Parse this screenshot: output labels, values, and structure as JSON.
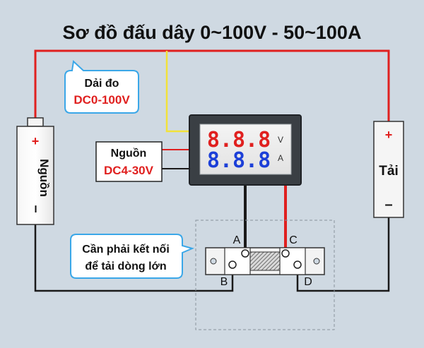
{
  "title": "Sơ đồ đấu dây 0~100V - 50~100A",
  "callout_range": {
    "line1": "Dải đo",
    "line2": "DC0-100V"
  },
  "power_box": {
    "line1": "Nguồn",
    "line2": "DC4-30V"
  },
  "battery": {
    "plus": "+",
    "label": "Nguồn",
    "minus": "–"
  },
  "load": {
    "plus": "+",
    "label": "Tải",
    "minus": "–"
  },
  "meter": {
    "voltage_display": "8.8.8",
    "current_display": "8.8.8",
    "voltage_unit": "V",
    "current_unit": "A"
  },
  "shunt_note": {
    "line1": "Cần phải kết nối",
    "line2": "để tải dòng lớn"
  },
  "terminals": {
    "a": "A",
    "b": "B",
    "c": "C",
    "d": "D"
  },
  "colors": {
    "background": "#cfd9e2",
    "wire_red": "#e0201f",
    "wire_black": "#1a1a1a",
    "wire_yellow": "#f2e23a",
    "accent_red_text": "#e0201f",
    "callout_border": "#3aa7e8"
  }
}
